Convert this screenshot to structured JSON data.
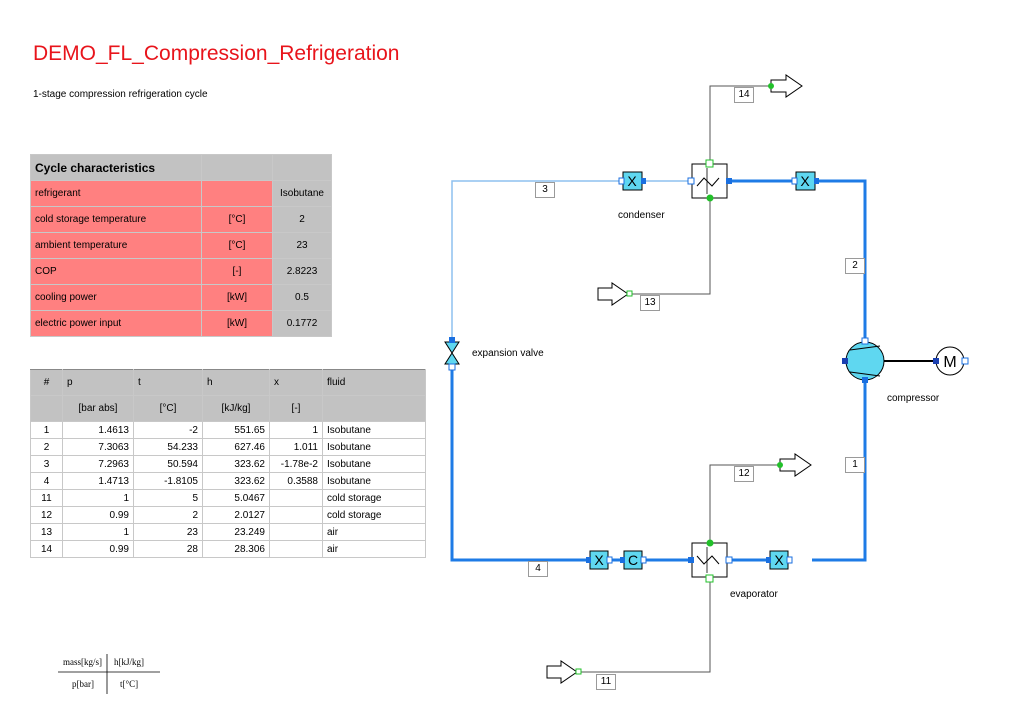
{
  "title": "DEMO_FL_Compression_Refrigeration",
  "subtitle": "1-stage compression refrigeration cycle",
  "cycle_characteristics": {
    "header": "Cycle characteristics",
    "rows": [
      {
        "label": "refrigerant",
        "unit": "",
        "value": "Isobutane"
      },
      {
        "label": "cold storage temperature",
        "unit": "[°C]",
        "value": "2"
      },
      {
        "label": "ambient temperature",
        "unit": "[°C]",
        "value": "23"
      },
      {
        "label": "COP",
        "unit": "[-]",
        "value": "2.8223"
      },
      {
        "label": "cooling power",
        "unit": "[kW]",
        "value": "0.5"
      },
      {
        "label": "electric power input",
        "unit": "[kW]",
        "value": "0.1772"
      }
    ]
  },
  "state_table": {
    "headers": [
      "#",
      "p",
      "t",
      "h",
      "x",
      "fluid"
    ],
    "units": [
      "",
      "[bar abs]",
      "[°C]",
      "[kJ/kg]",
      "[-]",
      ""
    ],
    "rows": [
      [
        "1",
        "1.4613",
        "-2",
        "551.65",
        "1",
        "Isobutane"
      ],
      [
        "2",
        "7.3063",
        "54.233",
        "627.46",
        "1.011",
        "Isobutane"
      ],
      [
        "3",
        "7.2963",
        "50.594",
        "323.62",
        "-1.78e-2",
        "Isobutane"
      ],
      [
        "4",
        "1.4713",
        "-1.8105",
        "323.62",
        "0.3588",
        "Isobutane"
      ],
      [
        "11",
        "1",
        "5",
        "5.0467",
        "",
        "cold storage"
      ],
      [
        "12",
        "0.99",
        "2",
        "2.0127",
        "",
        "cold storage"
      ],
      [
        "13",
        "1",
        "23",
        "23.249",
        "",
        "air"
      ],
      [
        "14",
        "0.99",
        "28",
        "28.306",
        "",
        "air"
      ]
    ]
  },
  "legend": {
    "top_left": "mass[kg/s]",
    "top_right": "h[kJ/kg]",
    "bottom_left": "p[bar]",
    "bottom_right": "t[°C]"
  },
  "diagram": {
    "components": {
      "condenser": "condenser",
      "expansion_valve": "expansion valve",
      "compressor": "compressor",
      "evaporator": "evaporator"
    },
    "nodes": [
      "1",
      "2",
      "3",
      "4",
      "11",
      "12",
      "13",
      "14"
    ],
    "colors": {
      "main_line": "#1e7be6",
      "light_line": "#8ec0ef",
      "component_fill": "#5fd7f0",
      "port_green": "#22c02a",
      "port_blue": "#1a6fe0",
      "title_red": "#e8141b",
      "table_red": "#ff8080",
      "table_gray": "#c2c2c2"
    }
  }
}
